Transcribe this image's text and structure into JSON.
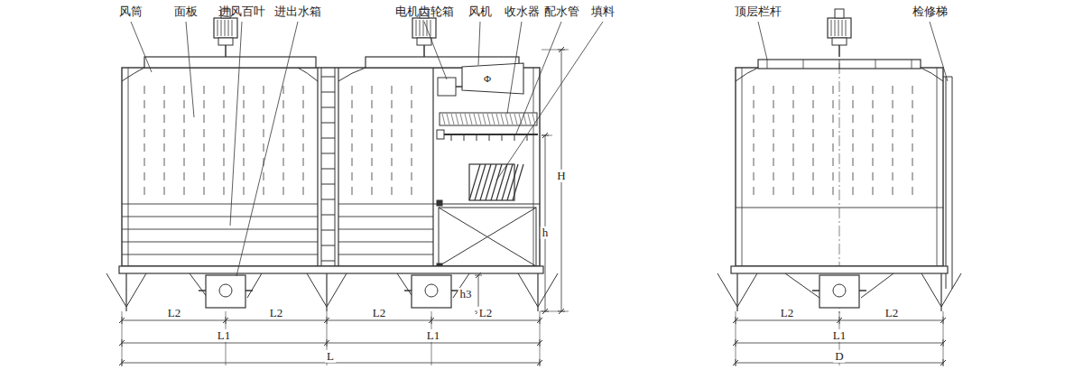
{
  "diagram": {
    "labels": [
      "风筒",
      "面板",
      "进风百叶",
      "进出水箱",
      "电机齿轮箱",
      "风机",
      "收水器",
      "配水管",
      "填料",
      "顶层栏杆",
      "检修梯",
      "Φ",
      "H",
      "h",
      "h3",
      "L2",
      "L2",
      "L2",
      "L2",
      "L1",
      "L1",
      "L",
      "L2",
      "L2",
      "L1",
      "D"
    ]
  }
}
